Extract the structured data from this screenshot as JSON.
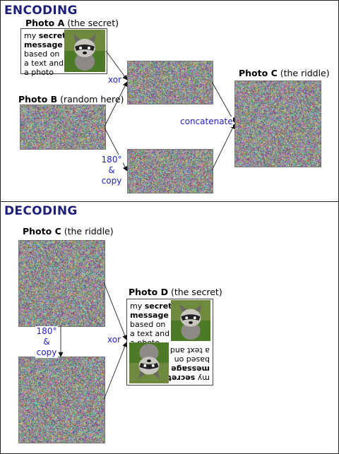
{
  "encoding": {
    "title": "ENCODING",
    "photo_a": {
      "name": "Photo A",
      "desc": "(the secret)"
    },
    "photo_b": {
      "name": "Photo B",
      "desc": "(random here)"
    },
    "photo_c": {
      "name": "Photo C",
      "desc": "(the riddle)"
    },
    "ops": {
      "xor": "xor",
      "concat": "concatenate",
      "rotate_1": "180°",
      "rotate_2": "&",
      "rotate_3": "copy"
    }
  },
  "decoding": {
    "title": "DECODING",
    "photo_c": {
      "name": "Photo C",
      "desc": "(the riddle)"
    },
    "photo_d": {
      "name": "Photo D",
      "desc": "(the secret)"
    },
    "ops": {
      "xor": "xor",
      "rotate_1": "180°",
      "rotate_2": "&",
      "rotate_3": "copy"
    }
  },
  "secret_card": {
    "line1_pre": "my ",
    "line1_bold": "secret",
    "line2_bold": "message",
    "line3": "based on",
    "line4": "a text and",
    "line5": "a photo"
  },
  "colors": {
    "title": "#1f1f7a",
    "op_label": "#2323c8",
    "border": "#222222"
  }
}
